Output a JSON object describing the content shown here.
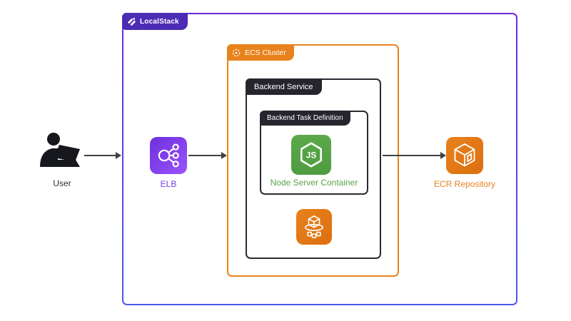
{
  "diagram": {
    "frame": {
      "label": "LocalStack"
    },
    "cluster": {
      "label": "ECS Cluster"
    },
    "service": {
      "label": "Backend Service"
    },
    "task": {
      "label": "Backend Task Definition"
    },
    "nodes": {
      "user": {
        "label": "User"
      },
      "elb": {
        "label": "ELB"
      },
      "node_container": {
        "label": "Node Server Container",
        "logo_text": "JS"
      },
      "ecr": {
        "label": "ECR Repository"
      }
    },
    "icons": {
      "localstack_logo": "localstack-logo",
      "ecs_cluster_icon": "dashed-circle",
      "elb_icon": "load-balancer-branches",
      "node_icon": "nodejs-hexagon",
      "ecs_service_icon": "cube-on-ring",
      "ecr_icon": "isometric-cube",
      "user_icon": "person-at-laptop"
    },
    "colors": {
      "frame_gradient_top": "#6B28DC",
      "frame_gradient_bottom": "#4B5BE9",
      "localstack_badge": "#4A2DB4",
      "orange": "#E8821D",
      "dark_badge": "#26252E",
      "node_green": "#57A346",
      "elb_purple": "#7B3BE8",
      "arrow": "#3F3F46",
      "background": "#FFFFFF"
    }
  }
}
